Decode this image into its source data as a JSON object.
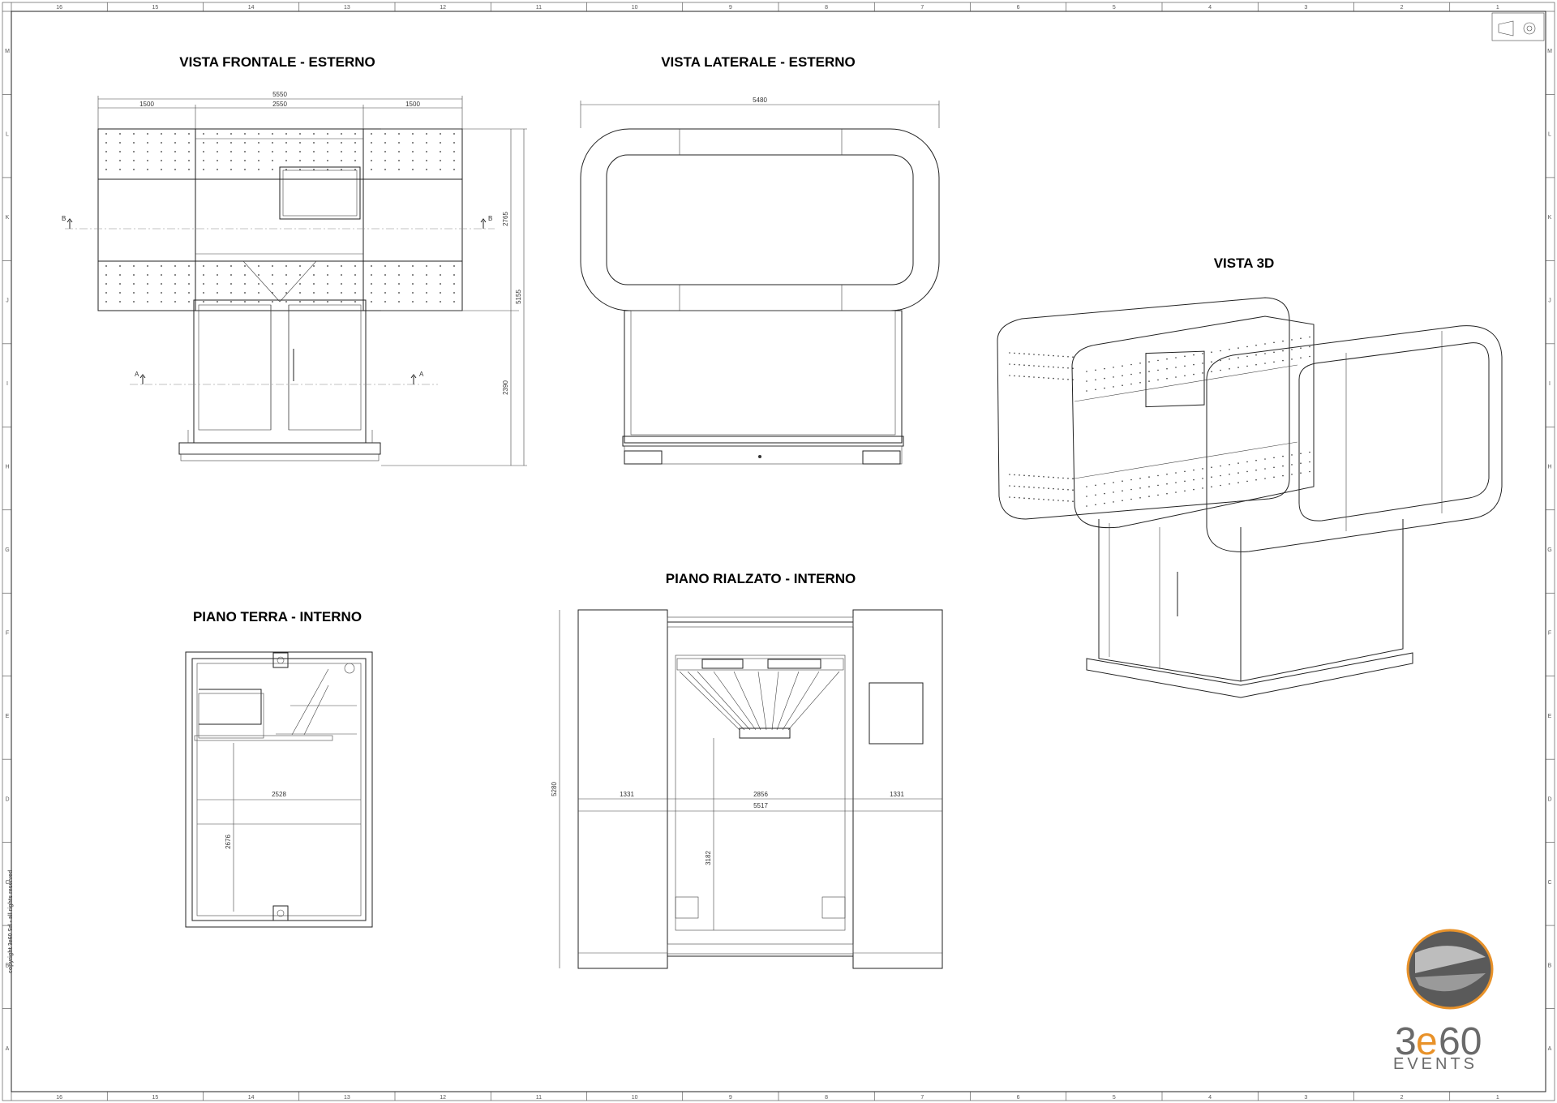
{
  "views": {
    "front": "VISTA FRONTALE - ESTERNO",
    "side": "VISTA LATERALE - ESTERNO",
    "view3d": "VISTA 3D",
    "ground": "PIANO TERRA - INTERNO",
    "raised": "PIANO RIALZATO - INTERNO"
  },
  "dimensions": {
    "front_total": "5550",
    "front_left": "1500",
    "front_mid": "2550",
    "front_right": "1500",
    "front_upper_h": "2765",
    "front_total_h": "5155",
    "front_lower_h": "2390",
    "side_total": "5480",
    "ground_width": "2528",
    "ground_depth": "2676",
    "raised_total_w": "5517",
    "raised_left": "1331",
    "raised_mid": "2856",
    "raised_right": "1331",
    "raised_depth": "5280",
    "raised_inner_depth": "3182"
  },
  "section_marks": {
    "b": "B",
    "a": "A"
  },
  "border": {
    "columns": [
      "16",
      "15",
      "14",
      "13",
      "12",
      "11",
      "10",
      "9",
      "8",
      "7",
      "6",
      "5",
      "4",
      "3",
      "2",
      "1"
    ],
    "rows": [
      "M",
      "L",
      "K",
      "J",
      "I",
      "H",
      "G",
      "F",
      "E",
      "D",
      "C",
      "B",
      "A"
    ]
  },
  "copyright": "copyright 3e60 Srl - all rights reserved",
  "logo": {
    "main_a": "3",
    "main_e": "e",
    "main_b": "60",
    "sub": "EVENTS"
  },
  "colors": {
    "line": "#222222",
    "logo_orange": "#e8922a",
    "logo_grey": "#6a6a6a"
  }
}
